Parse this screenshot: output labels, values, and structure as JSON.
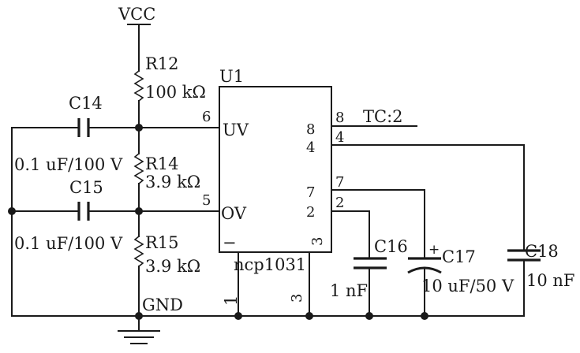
{
  "labels": {
    "vcc": "VCC",
    "gnd": "GND",
    "tc": "TC:2"
  },
  "components": {
    "r12": {
      "ref": "R12",
      "value": "100 kΩ"
    },
    "r14": {
      "ref": "R14",
      "value": "3.9 kΩ"
    },
    "r15": {
      "ref": "R15",
      "value": "3.9 kΩ"
    },
    "c14": {
      "ref": "C14",
      "value": "0.1 uF/100 V"
    },
    "c15": {
      "ref": "C15",
      "value": "0.1 uF/100 V"
    },
    "c16": {
      "ref": "C16",
      "value": "1 nF"
    },
    "c17": {
      "ref": "C17",
      "value": "10 uF/50 V",
      "polarity": "+"
    },
    "c18": {
      "ref": "C18",
      "value": "10 nF"
    }
  },
  "ic": {
    "ref": "U1",
    "part": "ncp1031",
    "pins": {
      "uv": {
        "name": "UV",
        "num": "6"
      },
      "ov": {
        "name": "OV",
        "num": "5"
      },
      "minus": {
        "name": "−",
        "num": "1"
      },
      "right8": {
        "label": "8",
        "num": "8"
      },
      "right4": {
        "label": "4",
        "num": "4"
      },
      "right7": {
        "label": "7",
        "num": "7"
      },
      "right2": {
        "label": "2",
        "num": "2"
      },
      "right3": {
        "label": "3",
        "num": "3"
      }
    }
  }
}
